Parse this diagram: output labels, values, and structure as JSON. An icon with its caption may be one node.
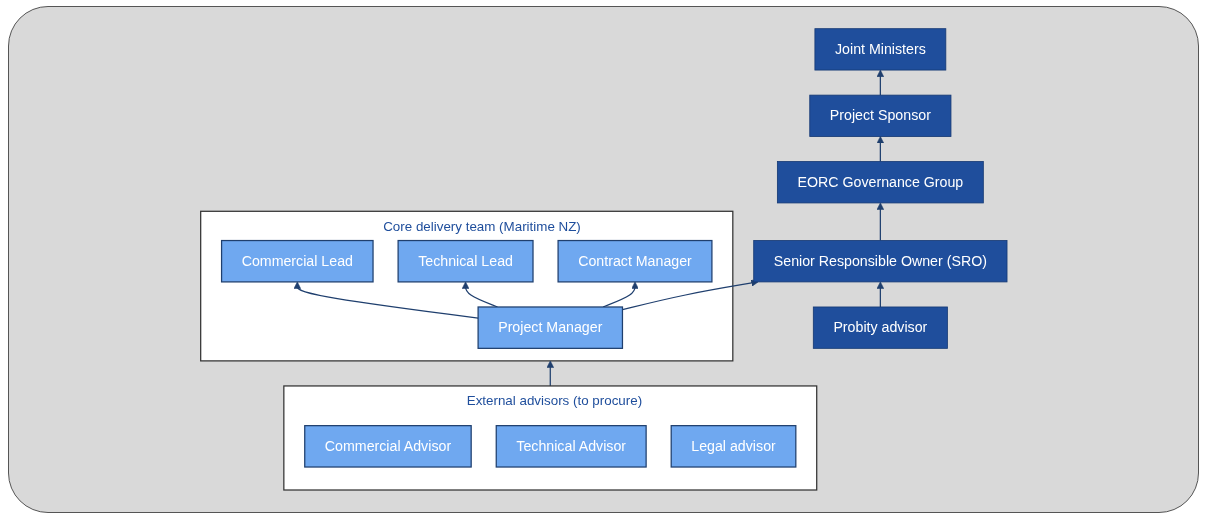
{
  "diagram": {
    "nodes": [
      {
        "text": [
          "Joint Ministers"
        ]
      },
      {
        "text": [
          "Project Sponsor"
        ]
      },
      {
        "text": [
          "EORC Governance Group"
        ]
      },
      {
        "text": [
          "Senior Responsible Owner (SRO)"
        ]
      },
      {
        "text": [
          "Probity advisor"
        ]
      },
      {
        "text": [
          "Core delivery team (Maritime NZ)"
        ]
      },
      {
        "text": [
          "Project Manager"
        ],
        "in": 5
      },
      {
        "text": [
          "Commercial Lead"
        ],
        "in": 5
      },
      {
        "text": [
          "Technical Lead"
        ],
        "in": 5
      },
      {
        "text": [
          "Contract Manager"
        ],
        "in": 5
      },
      {
        "text": [
          "External advisors (to procure)"
        ]
      },
      {
        "text": [
          "Commercial Advisor"
        ],
        "in": 10
      },
      {
        "text": [
          "Technical Advisor"
        ],
        "in": 10
      },
      {
        "text": [
          "Legal advisor"
        ],
        "in": 10
      }
    ],
    "edges": [
      {
        "from": 1,
        "to": 0,
        "arrow": "to"
      },
      {
        "from": 2,
        "to": 1,
        "arrow": "to"
      },
      {
        "from": 3,
        "to": 2,
        "arrow": "to"
      },
      {
        "from": 4,
        "to": 3,
        "arrow": "to"
      },
      {
        "from": 6,
        "to": 3,
        "arrow": "to"
      },
      {
        "from": 6,
        "to": 7,
        "arrow": "to"
      },
      {
        "from": 6,
        "to": 8,
        "arrow": "to"
      },
      {
        "from": 6,
        "to": 9,
        "arrow": "to"
      },
      {
        "from": 10,
        "to": 5,
        "arrow": "to"
      }
    ]
  }
}
